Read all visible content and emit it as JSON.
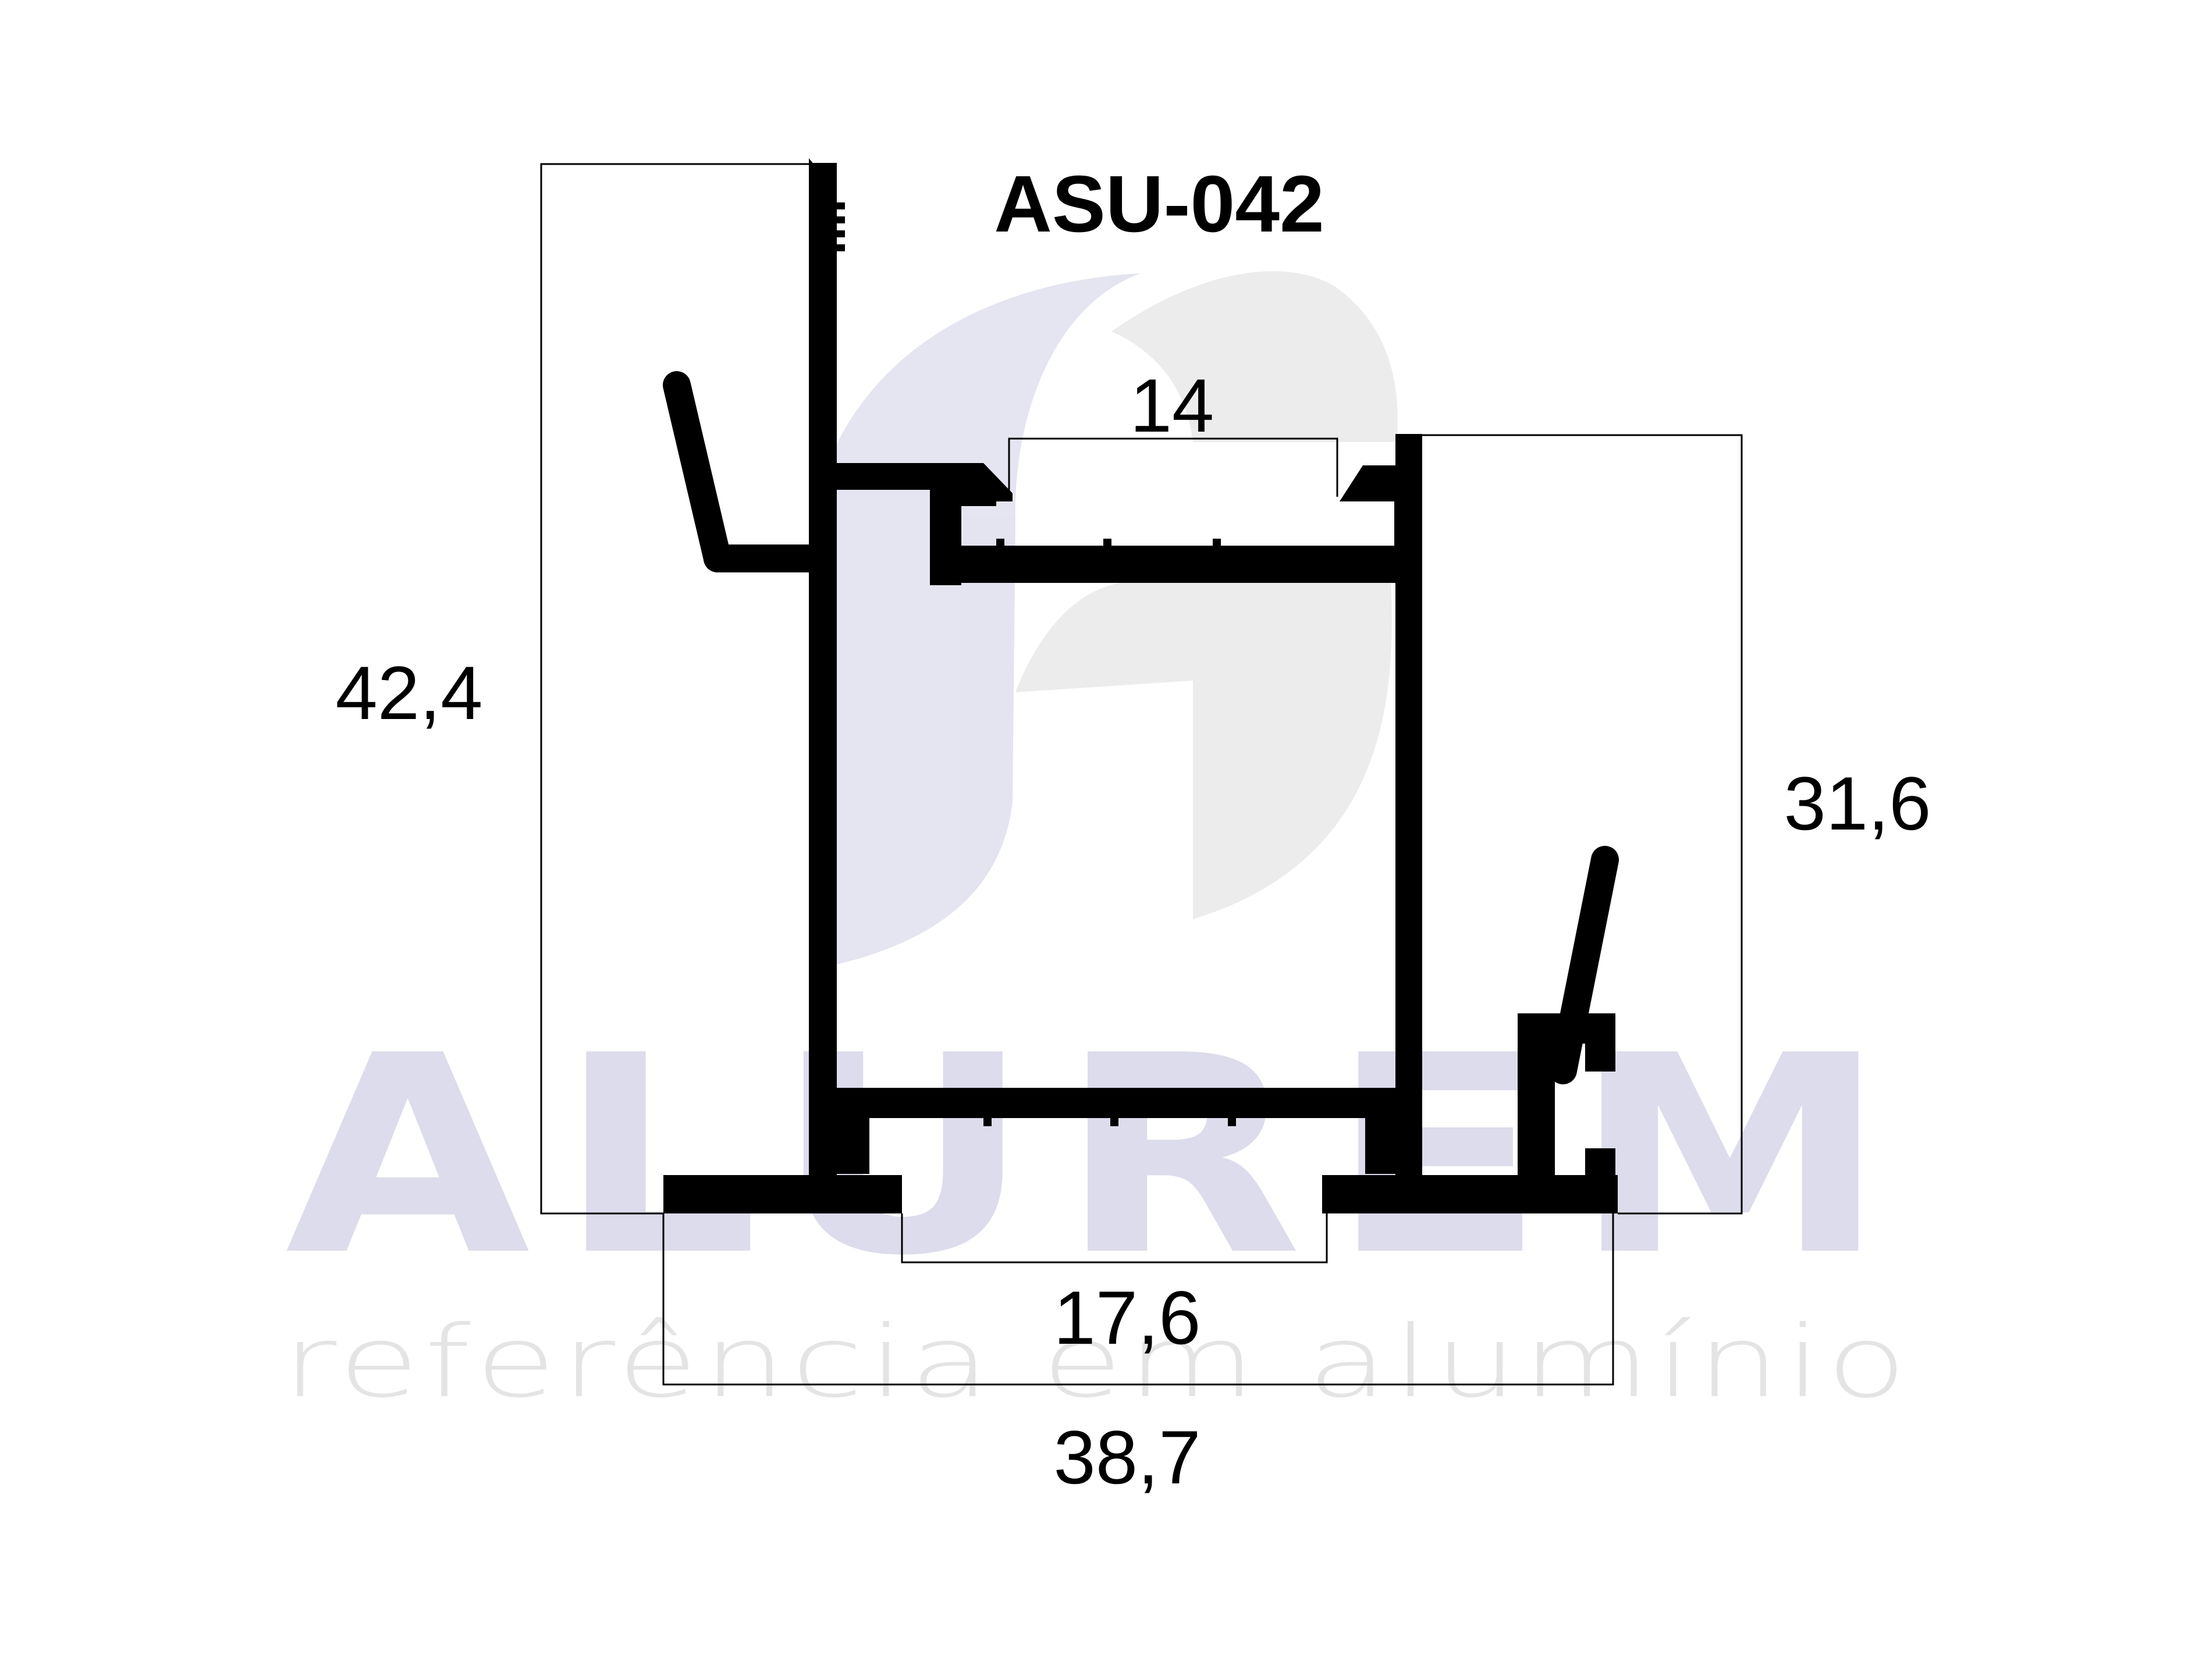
{
  "drawing": {
    "code": "ASU-042",
    "colors": {
      "profile": "#000000",
      "dimension": "#000000",
      "watermark": "#dcdcec",
      "watermark_light": "#e4e4e4"
    }
  },
  "dimensions": {
    "top_gap": "14",
    "total_height": "42,4",
    "right_height": "31,6",
    "bottom_gap": "17,6",
    "total_width": "38,7"
  },
  "watermark": {
    "brand": "ALUREM",
    "slogan": "referência em alumínio"
  }
}
